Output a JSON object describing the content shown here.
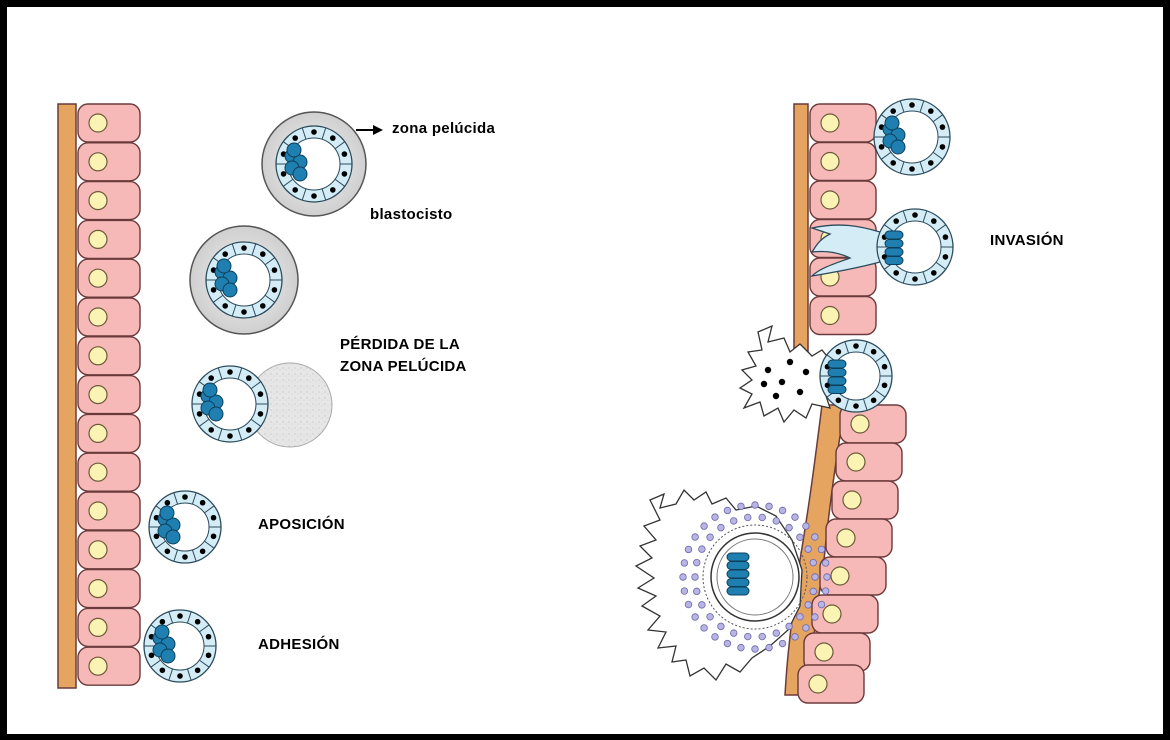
{
  "labels": {
    "zona_pelucida": "zona pelúcida",
    "blastocisto": "blastocisto",
    "perdida": "PÉRDIDA DE LA\nZONA PELÚCIDA",
    "aposicion": "APOSICIÓN",
    "adhesion": "ADHESIÓN",
    "invasion": "INVASIÓN"
  },
  "colors": {
    "epithelium_cell": "#f6b9b8",
    "epithelium_outline": "#6b3a3a",
    "nucleus": "#fbf3b4",
    "basement_membrane": "#e5a561",
    "trophoblast_cell": "#d4ecf6",
    "inner_cell_mass": "#1f7fb0",
    "zona_gray": "#d8d8d8",
    "lost_zona": "#e2e2e2",
    "dot": "#000000",
    "lavender_dot": "#b8b4e6"
  }
}
